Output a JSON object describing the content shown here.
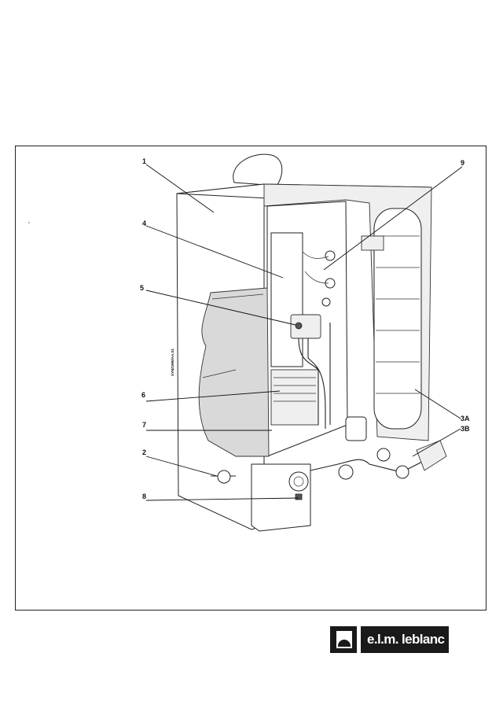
{
  "callouts": {
    "c1": "1",
    "c2": "2",
    "c3a": "3A",
    "c3b": "3B",
    "c4": "4",
    "c5": "5",
    "c6": "6",
    "c7": "7",
    "c8": "8",
    "c9": "9"
  },
  "side_reference": "SYN/1990/AA.S1",
  "brand": {
    "name": "e.l.m. leblanc"
  },
  "colors": {
    "ink": "#111111",
    "brand_block": "#1a1a1a"
  }
}
